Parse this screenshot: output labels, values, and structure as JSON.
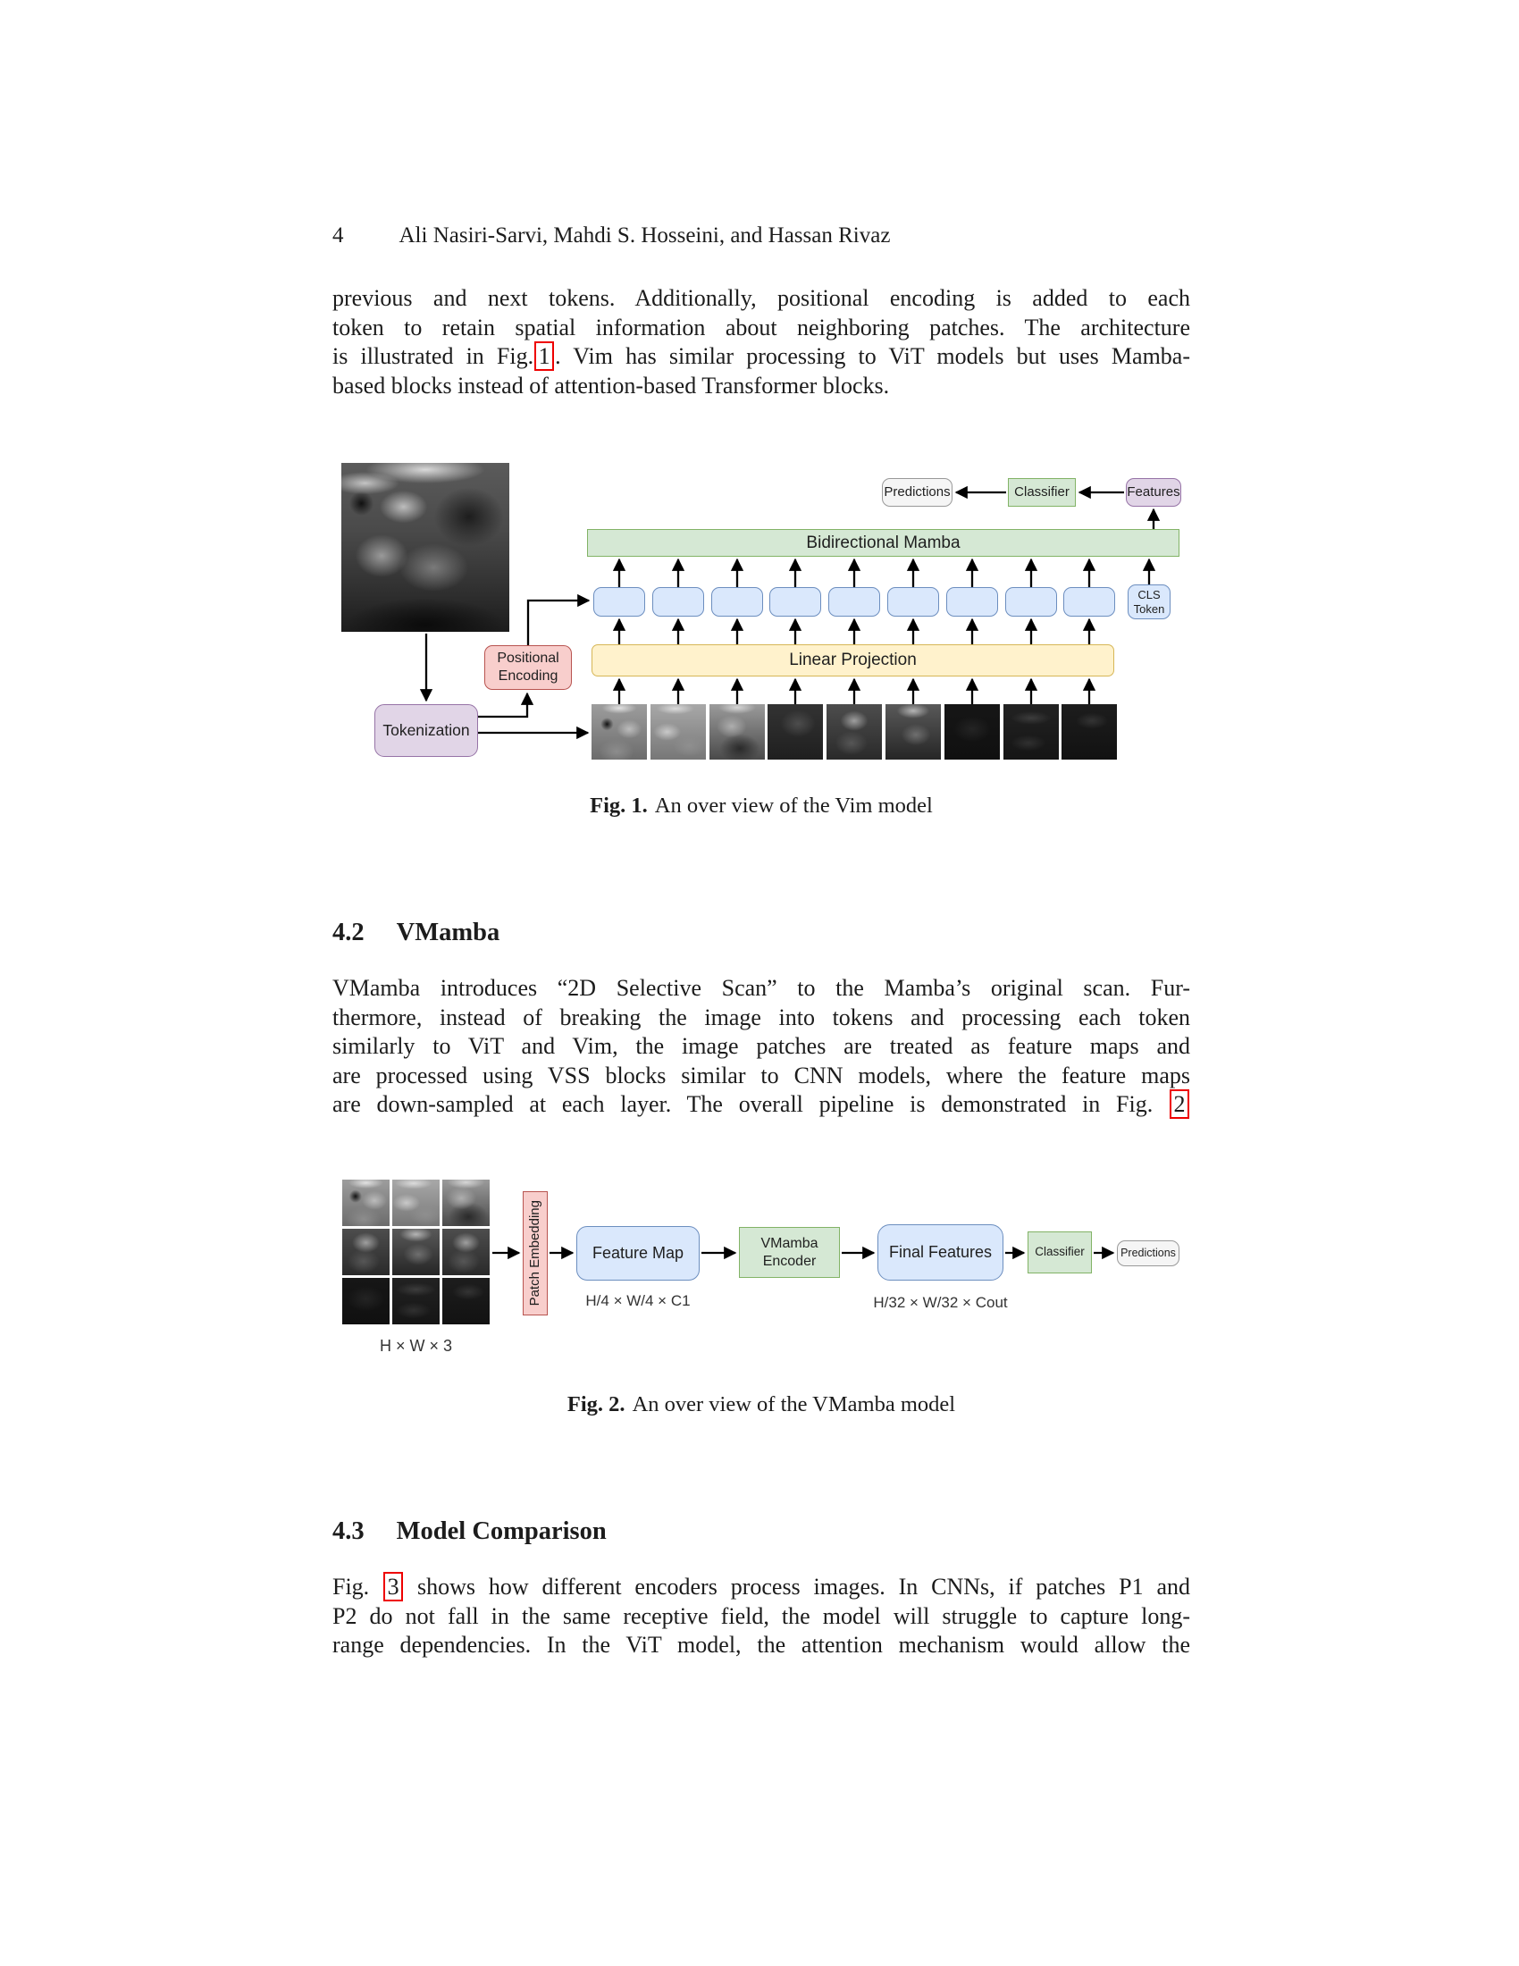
{
  "header": {
    "page_number": "4",
    "authors": "Ali Nasiri-Sarvi, Mahdi S. Hosseini, and Hassan Rivaz"
  },
  "intro_paragraph": {
    "line1": "previous and next tokens. Additionally, positional encoding is added to each",
    "line2": "token to retain spatial information about neighboring patches. The architecture",
    "line3_pre": "is illustrated in Fig.",
    "line3_ref": "1",
    "line3_post": ". Vim has similar processing to ViT models but uses Mamba-",
    "line4": "based blocks instead of attention-based Transformer blocks."
  },
  "fig1": {
    "caption_label": "Fig. 1.",
    "caption_text": "An over view of the Vim model",
    "predictions": "Predictions",
    "classifier": "Classifier",
    "features": "Features",
    "bidirectional_mamba": "Bidirectional Mamba",
    "cls_token_line1": "CLS",
    "cls_token_line2": "Token",
    "linear_projection": "Linear Projection",
    "positional_encoding_line1": "Positional",
    "positional_encoding_line2": "Encoding",
    "tokenization": "Tokenization"
  },
  "section_vmamba": {
    "number": "4.2",
    "title": "VMamba"
  },
  "vmamba_paragraph": {
    "line1": "VMamba introduces “2D Selective Scan” to the Mamba’s original scan. Fur-",
    "line2": "thermore, instead of breaking the image into tokens and processing each token",
    "line3": "similarly to ViT and Vim, the image patches are treated as feature maps and",
    "line4": "are processed using VSS blocks similar to CNN models, where the feature maps",
    "line5_pre": "are down-sampled at each layer. The overall pipeline is demonstrated in Fig. ",
    "line5_ref": "2"
  },
  "fig2": {
    "caption_label": "Fig. 2.",
    "caption_text": "An over view of the VMamba model",
    "input_dims": "H × W × 3",
    "patch_embedding": "Patch Embedding",
    "feature_map": "Feature Map",
    "feature_map_dims": "H/4 × W/4 × C1",
    "vmamba_encoder_line1": "VMamba",
    "vmamba_encoder_line2": "Encoder",
    "final_features": "Final Features",
    "final_features_dims": "H/32 × W/32 × Cout",
    "classifier": "Classifier",
    "predictions": "Predictions"
  },
  "section_comparison": {
    "number": "4.3",
    "title": "Model Comparison"
  },
  "comparison_paragraph": {
    "line1_pre": "Fig. ",
    "line1_ref": "3",
    "line1_post": " shows how different encoders process images. In CNNs, if patches P1 and",
    "line2": "P2 do not fall in the same receptive field, the model will struggle to capture long-",
    "line3": "range dependencies. In the ViT model, the attention mechanism would allow the"
  },
  "palette": {
    "box_green_fill": "#D5E8D4",
    "box_green_border": "#82B366",
    "box_blue_fill": "#DAE8FC",
    "box_blue_border": "#6C8EBF",
    "box_yellow_fill": "#FFF2CC",
    "box_yellow_border": "#D6B656",
    "box_red_fill": "#F8CECC",
    "box_red_border": "#B85450",
    "box_purple_fill": "#E1D5E7",
    "box_purple_border": "#9673A6",
    "box_gray_fill": "#F5F5F5",
    "box_gray_border": "#999999",
    "reference_link_red": "#EE0000"
  }
}
